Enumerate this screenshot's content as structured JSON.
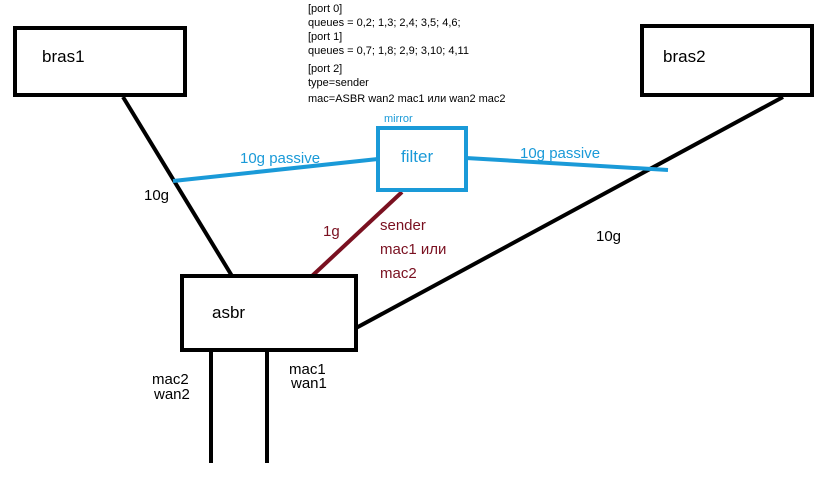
{
  "config_notes": [
    "[port 0]",
    "queues = 0,2; 1,3; 2,4; 3,5; 4,6;",
    "[port 1]",
    "queues = 0,7; 1,8; 2,9; 3,10; 4,11",
    "[port 2]",
    "type=sender",
    "mac=ASBR wan2 mac1 или wan2 mac2"
  ],
  "nodes": {
    "bras1": "bras1",
    "bras2": "bras2",
    "asbr": "asbr",
    "filter": "filter"
  },
  "labels": {
    "mirror": "mirror",
    "link_left_passive": "10g passive",
    "link_right_passive": "10g passive",
    "link_bras1_asbr": "10g",
    "link_bras2_asbr": "10g",
    "link_filter_asbr": "1g",
    "sender_line1": "sender",
    "sender_line2": "mac1 или",
    "sender_line3": "mac2",
    "port_left_mac": "mac2",
    "port_left_wan": "wan2",
    "port_right_mac": "mac1",
    "port_right_wan": "wan1"
  },
  "colors": {
    "passive_link": "#1a9ad8",
    "sender_link": "#7a1020",
    "default": "#000000"
  }
}
